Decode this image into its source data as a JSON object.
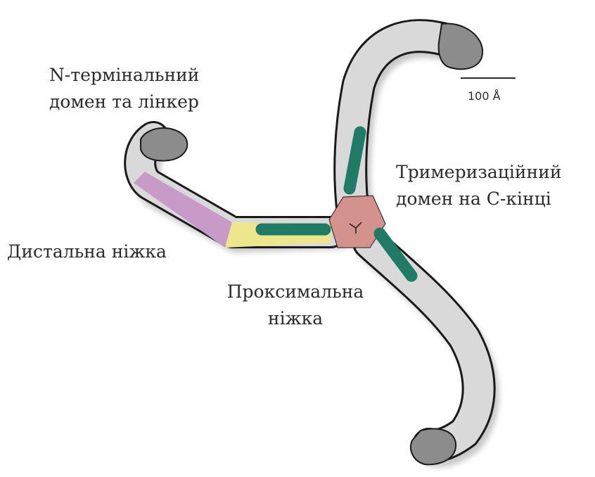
{
  "labels": {
    "n_terminal": [
      "N-термінальний",
      "домен та лінкер"
    ],
    "trimerization": [
      "Тримеризаційний",
      "домен на С-кінці"
    ],
    "distal_leg": "Дистальна ніжка",
    "proximal_leg": [
      "Проксимальна",
      "ніжка"
    ]
  },
  "scale_bar": {
    "text": "100 Å"
  },
  "colors": {
    "leg_fill": "#d9d9d9",
    "leg_outline": "#1a1a1a",
    "terminal_domain": "#8c8c8c",
    "distal_leg": "#c89ac8",
    "proximal_leg": "#ede68c",
    "trimerization_domain": "#d3928c",
    "helix": "#1f7a66",
    "shadow": "#999999"
  }
}
